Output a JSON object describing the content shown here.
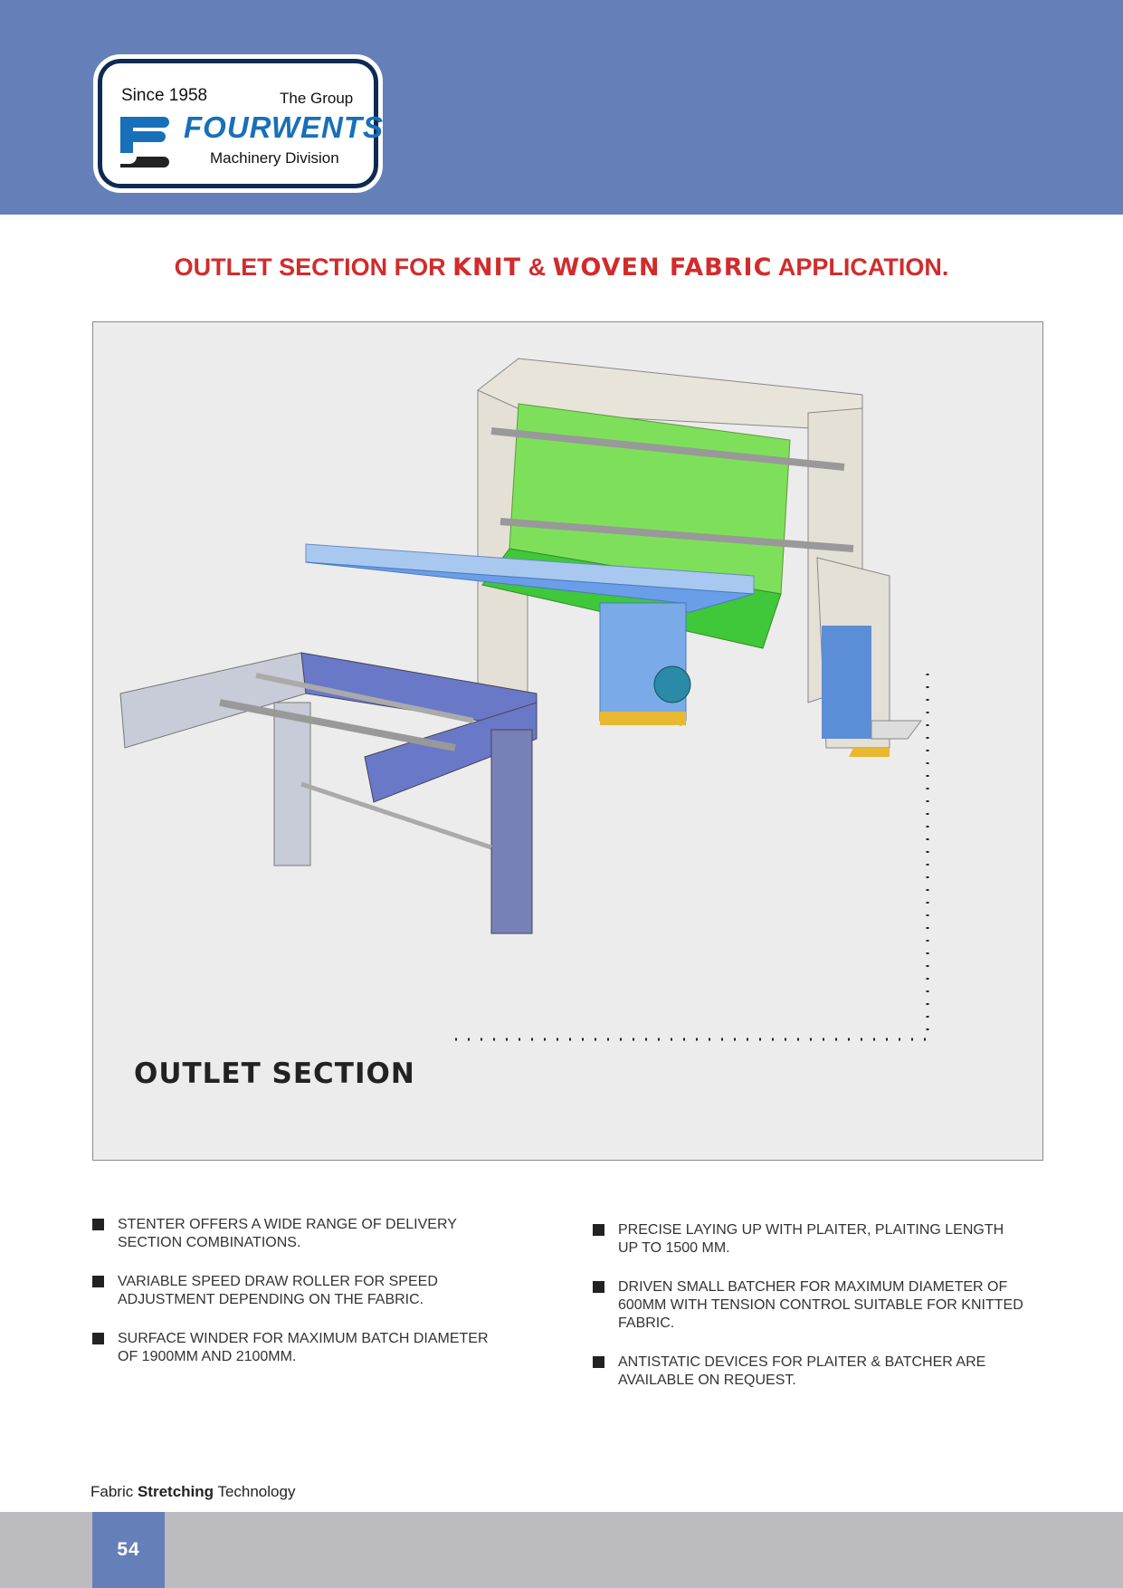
{
  "logo": {
    "since": "Since 1958",
    "group": "The Group",
    "brand": "FOURWENTS",
    "division": "Machinery Division"
  },
  "title": {
    "part1": "OUTLET SECTION FOR ",
    "knit": "KNIT",
    "amp": " & ",
    "woven": "WOVEN FABRIC",
    "part2": " APPLICATION."
  },
  "figure": {
    "label": "OUTLET SECTION"
  },
  "bullets_left": [
    "STENTER OFFERS A WIDE RANGE OF DELIVERY SECTION COMBINATIONS.",
    "VARIABLE SPEED DRAW ROLLER FOR SPEED ADJUSTMENT DEPENDING ON THE FABRIC.",
    "SURFACE WINDER FOR MAXIMUM BATCH DIAMETER OF 1900MM AND 2100MM."
  ],
  "bullets_right": [
    "PRECISE LAYING UP WITH PLAITER, PLAITING LENGTH UP TO 1500 MM.",
    "DRIVEN SMALL BATCHER FOR MAXIMUM DIAMETER OF 600MM WITH TENSION CONTROL SUITABLE FOR KNITTED FABRIC.",
    "ANTISTATIC DEVICES FOR PLAITER & BATCHER ARE AVAILABLE ON REQUEST."
  ],
  "footer": {
    "pre": "Fabric ",
    "bold": "Stretching",
    "post": " Technology",
    "page": "54"
  },
  "colors": {
    "header": "#6580b8",
    "title_red": "#d22b2b",
    "brand_blue": "#1770b8"
  }
}
